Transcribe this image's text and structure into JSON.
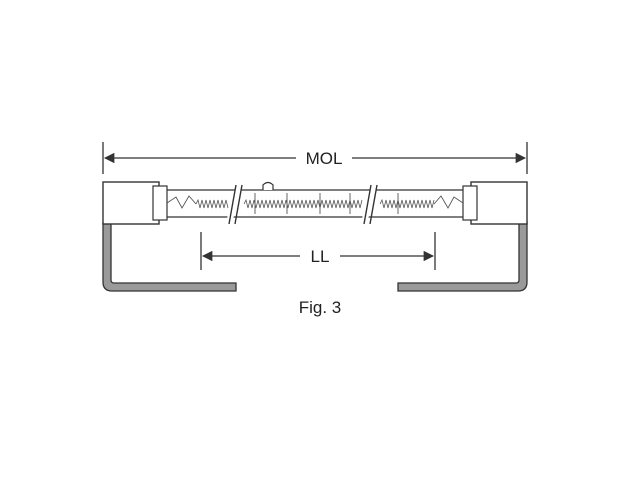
{
  "dimensions": {
    "overall_length_label": "MOL",
    "light_length_label": "LL"
  },
  "figure": {
    "caption": "Fig. 3"
  },
  "colors": {
    "ink": "#333333",
    "lead_fill": "#9a9a9a",
    "background": "#ffffff"
  }
}
